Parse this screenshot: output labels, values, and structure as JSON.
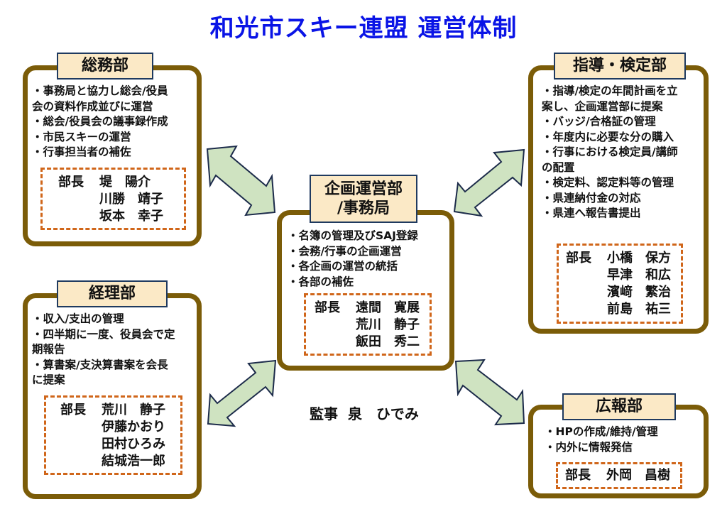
{
  "title": "和光市スキー連盟 運営体制",
  "colors": {
    "title": "#0a14e6",
    "box_border": "#7b5c08",
    "label_fill": "#fbe9c6",
    "label_border": "#1f3a5f",
    "staff_border": "#d0661a",
    "arrow_fill": "#cfe3c1",
    "arrow_stroke": "#1c2b4a"
  },
  "departments": {
    "general": {
      "name": "総務部",
      "duties": [
        "・事務局と協力し総会/役員",
        "会の資料作成並びに運営",
        "・総会/役員会の議事録作成",
        "・市民スキーの運営",
        "・行事担当者の補佐"
      ],
      "role": "部長",
      "members": [
        "堤　陽介",
        "川勝　靖子",
        "坂本　幸子"
      ]
    },
    "accounting": {
      "name": "経理部",
      "duties": [
        "・収入/支出の管理",
        "・四半期に一度、役員会で定",
        "期報告",
        "・算書案/支決算書案を会長",
        "に提案"
      ],
      "role": "部長",
      "members": [
        "荒川　静子",
        "伊藤かおり",
        "田村ひろみ",
        "結城浩一郎"
      ]
    },
    "planning": {
      "name_line1": "企画運営部",
      "name_line2": "/事務局",
      "duties": [
        "・名簿の管理及びSAJ登録",
        "・会務/行事の企画運営",
        "・各企画の運営の統括",
        "・各部の補佐"
      ],
      "role": "部長",
      "members": [
        "遠間　寛展",
        "荒川　静子",
        "飯田　秀二"
      ]
    },
    "instruction": {
      "name": "指導・検定部",
      "duties": [
        "・指導/検定の年間計画を立",
        "案し、企画運営部に提案",
        "・バッジ/合格証の管理",
        "・年度内に必要な分の購入",
        "・行事における検定員/講師",
        "の配置",
        "・検定料、認定料等の管理",
        "・県連納付金の対応",
        "・県連へ報告書提出"
      ],
      "role": "部長",
      "members": [
        "小橋　保方",
        "早津　和広",
        "濱﨑　繁治",
        "前島　祐三"
      ]
    },
    "pr": {
      "name": "広報部",
      "duties": [
        "・HPの作成/維持/管理",
        "・内外に情報発信"
      ],
      "role": "部長",
      "members": [
        "外岡　昌樹"
      ]
    }
  },
  "auditor": {
    "role": "監事",
    "name": "泉　ひでみ"
  },
  "arrows": [
    {
      "from": "general",
      "to": "planning",
      "type": "bidirectional"
    },
    {
      "from": "instruction",
      "to": "planning",
      "type": "bidirectional"
    },
    {
      "from": "accounting",
      "to": "planning",
      "type": "bidirectional"
    },
    {
      "from": "pr",
      "to": "planning",
      "type": "bidirectional"
    }
  ]
}
